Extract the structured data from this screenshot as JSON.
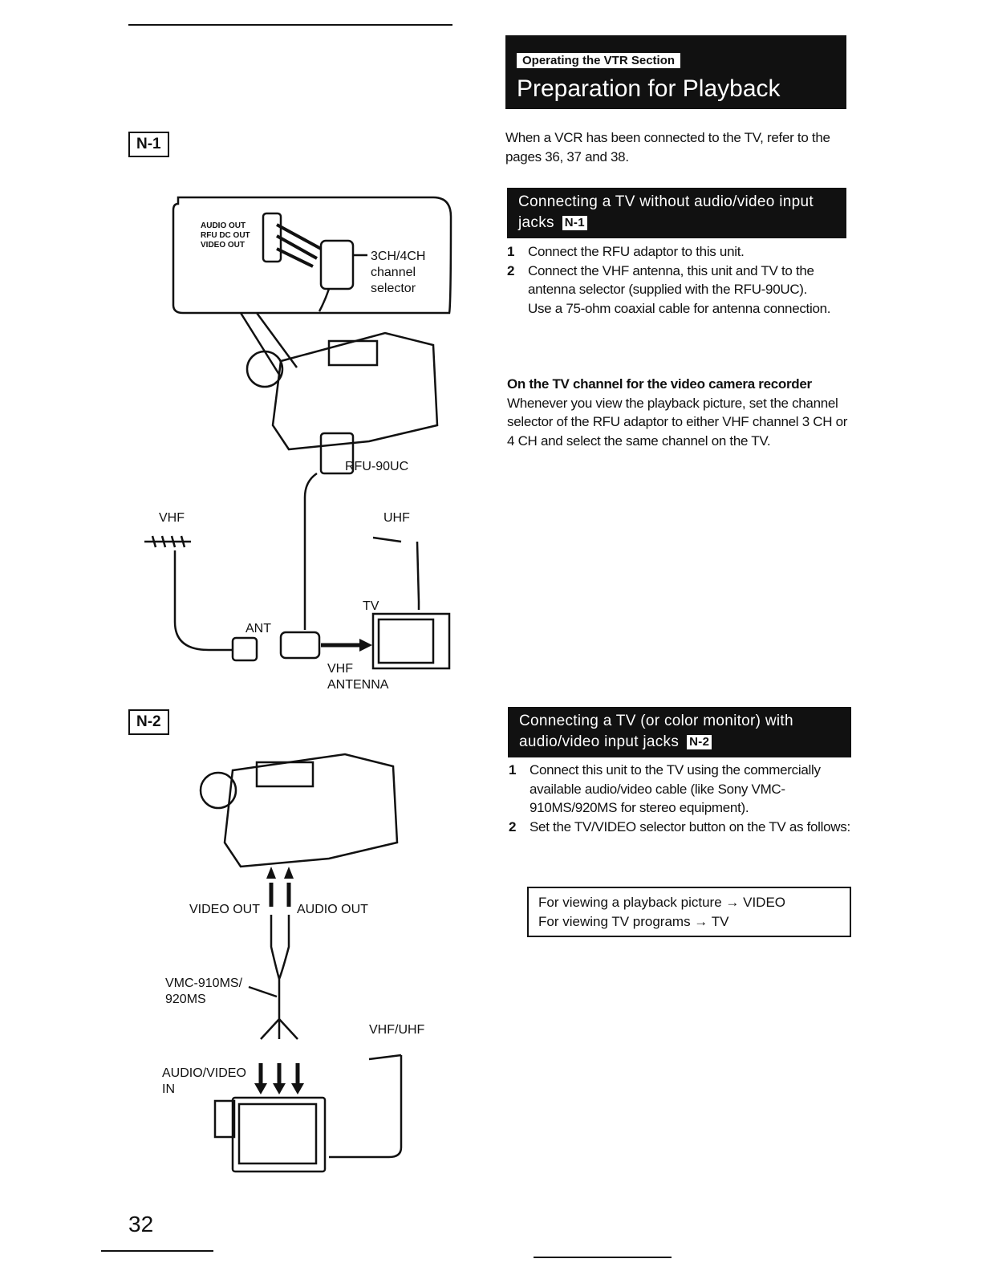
{
  "header": {
    "section_tag": "Operating the VTR Section",
    "title": "Preparation for Playback"
  },
  "intro": "When a VCR has been connected to the TV, refer to the pages 36, 37 and 38.",
  "section1": {
    "heading": "Connecting a TV without audio/video input jacks",
    "badge": "N-1",
    "steps": [
      {
        "num": "1",
        "text": "Connect the RFU adaptor to this unit."
      },
      {
        "num": "2",
        "text": "Connect the VHF antenna, this unit and TV to the antenna selector (supplied with the RFU-90UC)."
      }
    ],
    "step2_note": "Use a 75-ohm coaxial cable for antenna connection.",
    "subheading": "On the TV channel for the video camera recorder",
    "subtext": "Whenever you view the playback picture, set the channel selector of the RFU adaptor to either VHF channel 3 CH or 4 CH and select the same channel on the TV."
  },
  "section2": {
    "heading": "Connecting a TV (or color monitor) with audio/video input jacks",
    "badge": "N-2",
    "steps": [
      {
        "num": "1",
        "text": "Connect this unit to the TV using the commercially available audio/video cable (like Sony VMC-910MS/920MS for stereo equipment)."
      },
      {
        "num": "2",
        "text": "Set the TV/VIDEO selector button on the TV as follows:"
      }
    ],
    "box_lines": [
      "For viewing a playback picture → VIDEO",
      "For viewing TV programs → TV"
    ]
  },
  "figure1": {
    "badge": "N-1",
    "callout_jacks": [
      "AUDIO OUT",
      "RFU DC OUT",
      "VIDEO OUT"
    ],
    "selector_label": [
      "3CH/4CH",
      "channel",
      "selector"
    ],
    "rfu": "RFU-90UC",
    "vhf": "VHF",
    "uhf": "UHF",
    "tv": "TV",
    "ant": "ANT",
    "vhf_antenna": [
      "VHF",
      "ANTENNA"
    ]
  },
  "figure2": {
    "badge": "N-2",
    "video_out": "VIDEO OUT",
    "audio_out": "AUDIO OUT",
    "cable": [
      "VMC-910MS/",
      "920MS"
    ],
    "vhf_uhf": "VHF/UHF",
    "av_in": [
      "AUDIO/VIDEO",
      "IN"
    ]
  },
  "page_number": "32"
}
